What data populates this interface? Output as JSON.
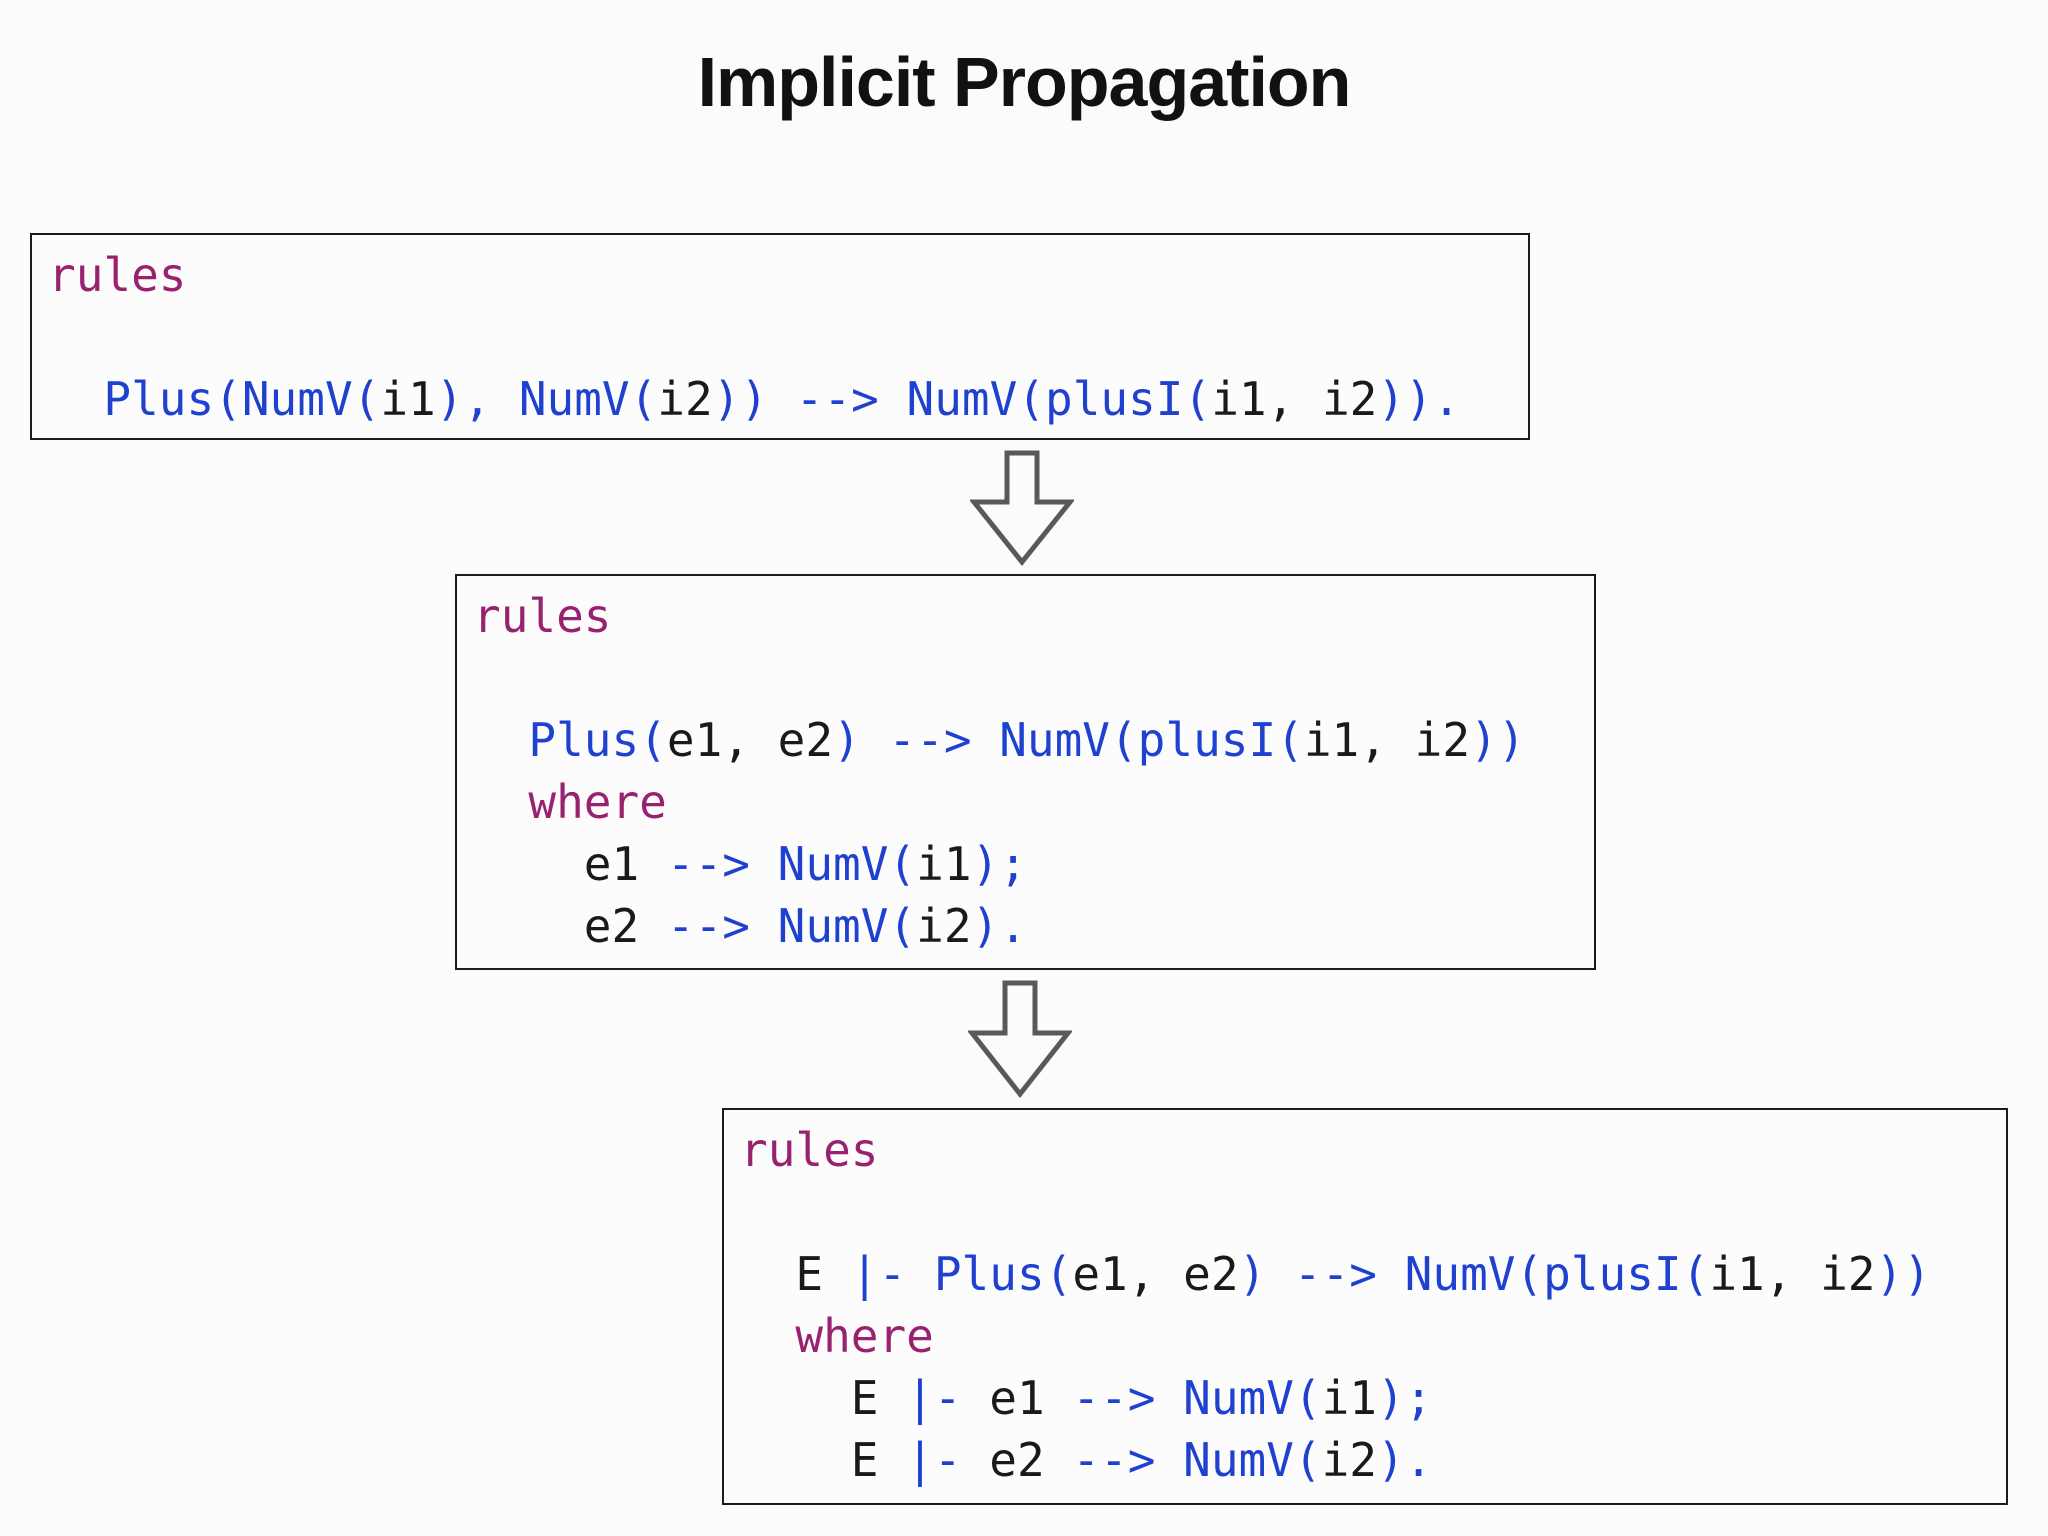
{
  "title": "Implicit Propagation",
  "colors": {
    "k": "#992270",
    "b": "#1e41d0",
    "p": "#1a1a1a",
    "arrow_outline": "#58595b",
    "box_border": "#1c1c1c"
  },
  "icons": {
    "down_arrow": "hollow-down-arrow"
  },
  "boxes": [
    {
      "name": "rules-box-original",
      "lines": [
        [
          {
            "c": "k",
            "t": "rules"
          }
        ],
        [],
        [
          {
            "c": "p",
            "t": "  "
          },
          {
            "c": "b",
            "t": "Plus(NumV("
          },
          {
            "c": "p",
            "t": "i1"
          },
          {
            "c": "b",
            "t": "), NumV("
          },
          {
            "c": "p",
            "t": "i2"
          },
          {
            "c": "b",
            "t": ")) --> NumV(plusI("
          },
          {
            "c": "p",
            "t": "i1, i2"
          },
          {
            "c": "b",
            "t": "))."
          }
        ]
      ]
    },
    {
      "name": "rules-box-explicated",
      "lines": [
        [
          {
            "c": "k",
            "t": "rules"
          }
        ],
        [],
        [
          {
            "c": "p",
            "t": "  "
          },
          {
            "c": "b",
            "t": "Plus("
          },
          {
            "c": "p",
            "t": "e1, e2"
          },
          {
            "c": "b",
            "t": ") --> NumV(plusI("
          },
          {
            "c": "p",
            "t": "i1, i2"
          },
          {
            "c": "b",
            "t": "))"
          }
        ],
        [
          {
            "c": "p",
            "t": "  "
          },
          {
            "c": "k",
            "t": "where"
          }
        ],
        [
          {
            "c": "p",
            "t": "    e1 "
          },
          {
            "c": "b",
            "t": "--> NumV("
          },
          {
            "c": "p",
            "t": "i1"
          },
          {
            "c": "b",
            "t": ");"
          }
        ],
        [
          {
            "c": "p",
            "t": "    e2 "
          },
          {
            "c": "b",
            "t": "--> NumV("
          },
          {
            "c": "p",
            "t": "i2"
          },
          {
            "c": "b",
            "t": ")."
          }
        ]
      ]
    },
    {
      "name": "rules-box-environment",
      "lines": [
        [
          {
            "c": "k",
            "t": "rules"
          }
        ],
        [],
        [
          {
            "c": "p",
            "t": "  E "
          },
          {
            "c": "b",
            "t": "|- Plus("
          },
          {
            "c": "p",
            "t": "e1, e2"
          },
          {
            "c": "b",
            "t": ") --> NumV(plusI("
          },
          {
            "c": "p",
            "t": "i1, i2"
          },
          {
            "c": "b",
            "t": "))"
          }
        ],
        [
          {
            "c": "p",
            "t": "  "
          },
          {
            "c": "k",
            "t": "where"
          }
        ],
        [
          {
            "c": "p",
            "t": "    E "
          },
          {
            "c": "b",
            "t": "|- "
          },
          {
            "c": "p",
            "t": "e1 "
          },
          {
            "c": "b",
            "t": "--> NumV("
          },
          {
            "c": "p",
            "t": "i1"
          },
          {
            "c": "b",
            "t": ");"
          }
        ],
        [
          {
            "c": "p",
            "t": "    E "
          },
          {
            "c": "b",
            "t": "|- "
          },
          {
            "c": "p",
            "t": "e2 "
          },
          {
            "c": "b",
            "t": "--> NumV("
          },
          {
            "c": "p",
            "t": "i2"
          },
          {
            "c": "b",
            "t": ")."
          }
        ]
      ]
    }
  ]
}
